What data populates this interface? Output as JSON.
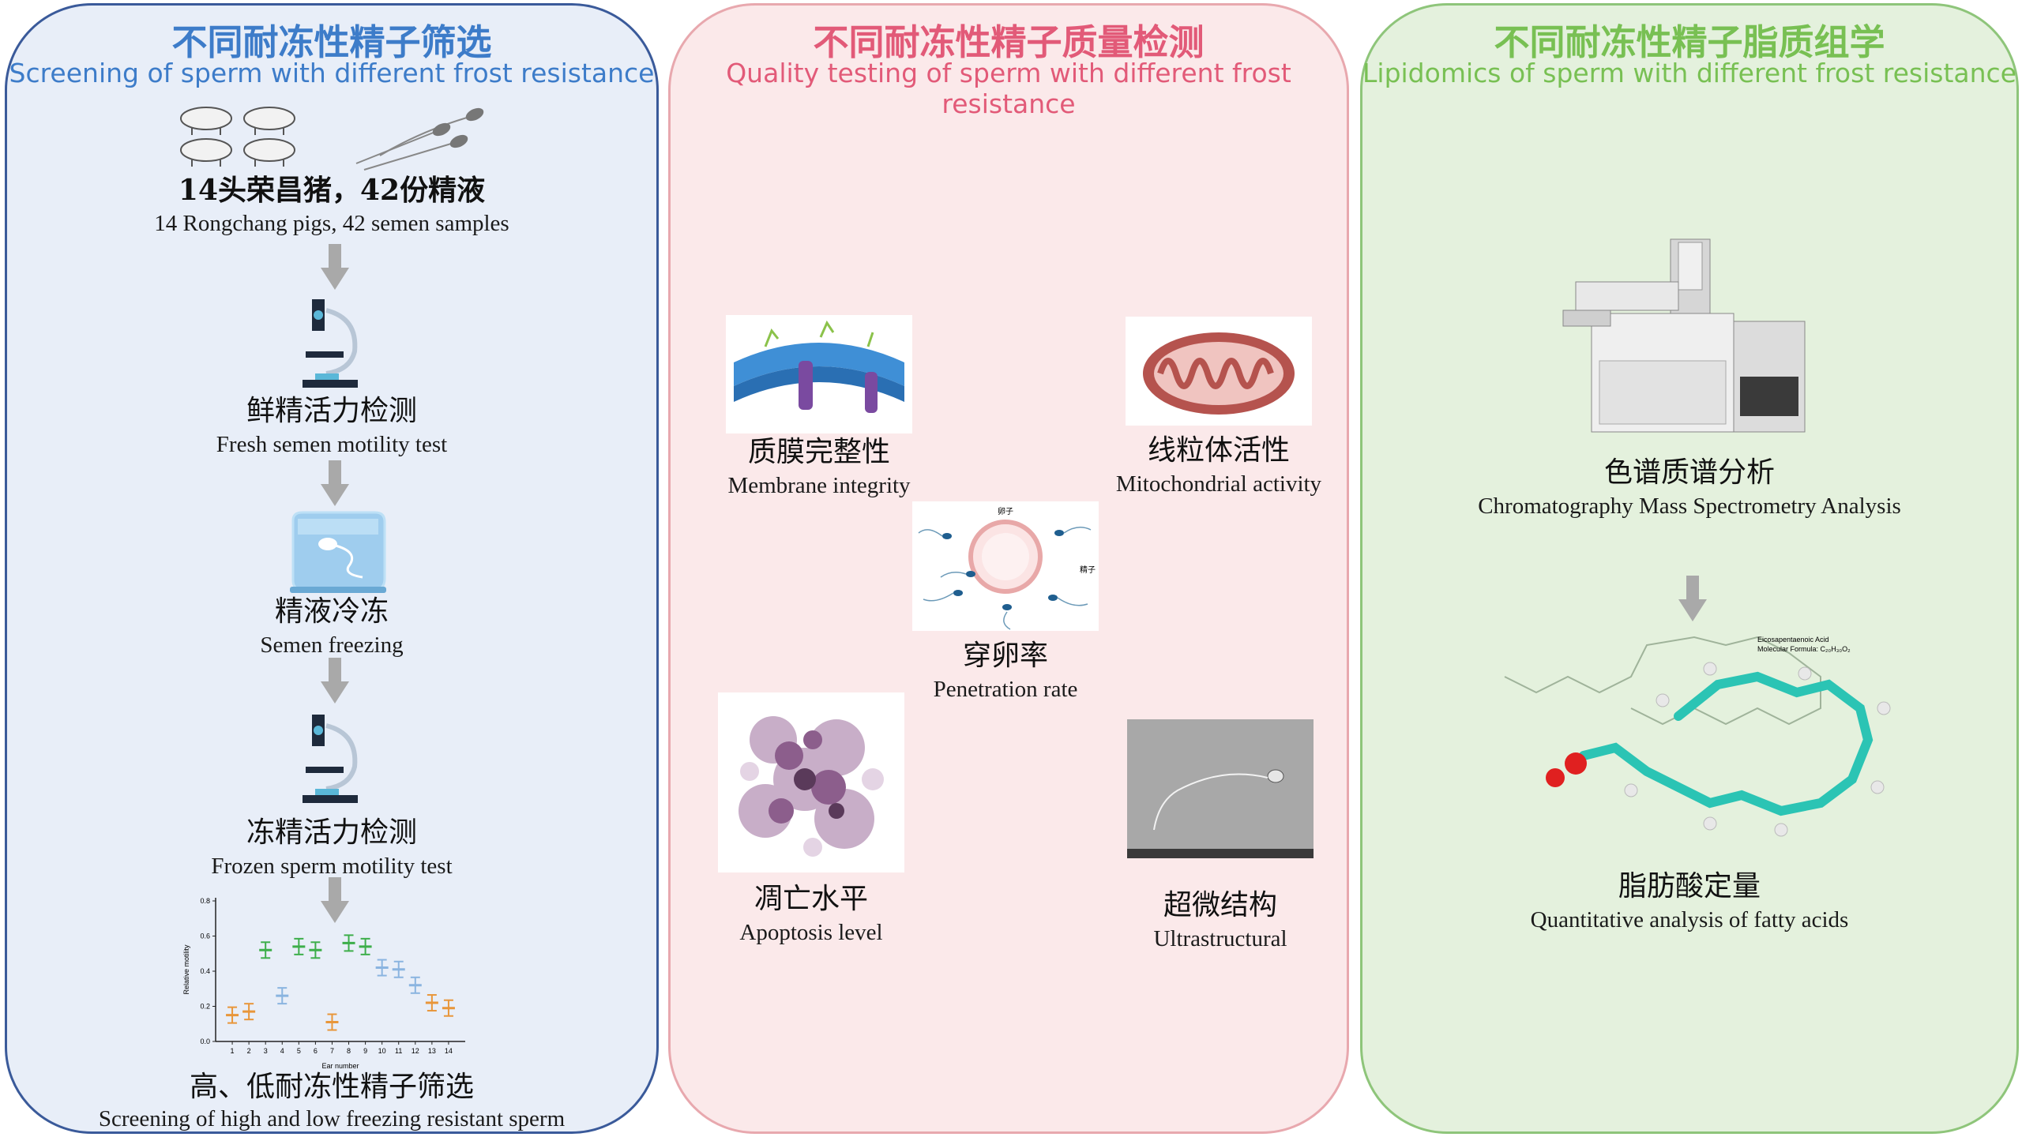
{
  "panels": [
    {
      "title_zh": "不同耐冻性精子筛选",
      "title_en": "Screening of sperm with different frost resistance",
      "steps": [
        {
          "zh": "14头荣昌猪，42份精液",
          "en": "14 Rongchang pigs, 42 semen samples"
        },
        {
          "zh": "鲜精活力检测",
          "en": "Fresh semen motility test"
        },
        {
          "zh": "精液冷冻",
          "en": "Semen freezing"
        },
        {
          "zh": "冻精活力检测",
          "en": "Frozen sperm motility test"
        },
        {
          "zh": "高、低耐冻性精子筛选",
          "en": "Screening of high and low freezing resistant sperm"
        }
      ],
      "icons": [
        "pig-icon",
        "sperm-icon",
        "microscope-icon",
        "ice-cube-icon",
        "down-arrow-icon"
      ]
    },
    {
      "title_zh": "不同耐冻性精子质量检测",
      "title_en": "Quality testing of sperm with different frost resistance",
      "items": [
        {
          "zh": "质膜完整性",
          "en": "Membrane integrity"
        },
        {
          "zh": "线粒体活性",
          "en": "Mitochondrial activity"
        },
        {
          "zh": "穿卵率",
          "en": "Penetration rate"
        },
        {
          "zh": "凋亡水平",
          "en": "Apoptosis level"
        },
        {
          "zh": "超微结构",
          "en": "Ultrastructural"
        }
      ],
      "penetration_labels": {
        "egg": "卵子",
        "sperm": "精子"
      }
    },
    {
      "title_zh": "不同耐冻性精子脂质组学",
      "title_en": "Lipidomics of sperm with different frost resistance",
      "items": [
        {
          "zh": "色谱质谱分析",
          "en": "Chromatography Mass Spectrometry Analysis"
        },
        {
          "zh": "脂肪酸定量",
          "en": "Quantitative analysis of fatty acids"
        }
      ],
      "molecule_caption": [
        "Eicosapentaenoic Acid",
        "Molecular Formula: C₂₀H₃₀O₂"
      ]
    }
  ],
  "chart_data": {
    "type": "scatter",
    "xlabel": "Ear number",
    "ylabel": "Relative motility",
    "ylim": [
      0,
      0.8
    ],
    "yticks": [
      "0.0",
      "0.2",
      "0.4",
      "0.6",
      "0.8"
    ],
    "categories": [
      "1",
      "2",
      "3",
      "4",
      "5",
      "6",
      "7",
      "8",
      "9",
      "10",
      "11",
      "12",
      "13",
      "14"
    ],
    "series": [
      {
        "color": "#e8963a",
        "points": [
          {
            "x": "1",
            "y": 0.15
          },
          {
            "x": "2",
            "y": 0.17
          },
          {
            "x": "7",
            "y": 0.11
          },
          {
            "x": "13",
            "y": 0.22
          },
          {
            "x": "14",
            "y": 0.19
          }
        ]
      },
      {
        "color": "#3dae4a",
        "points": [
          {
            "x": "3",
            "y": 0.52
          },
          {
            "x": "5",
            "y": 0.54
          },
          {
            "x": "6",
            "y": 0.52
          },
          {
            "x": "8",
            "y": 0.56
          },
          {
            "x": "9",
            "y": 0.54
          }
        ]
      },
      {
        "color": "#8ab4e0",
        "points": [
          {
            "x": "4",
            "y": 0.26
          },
          {
            "x": "10",
            "y": 0.42
          },
          {
            "x": "11",
            "y": 0.41
          },
          {
            "x": "12",
            "y": 0.32
          }
        ]
      }
    ]
  }
}
